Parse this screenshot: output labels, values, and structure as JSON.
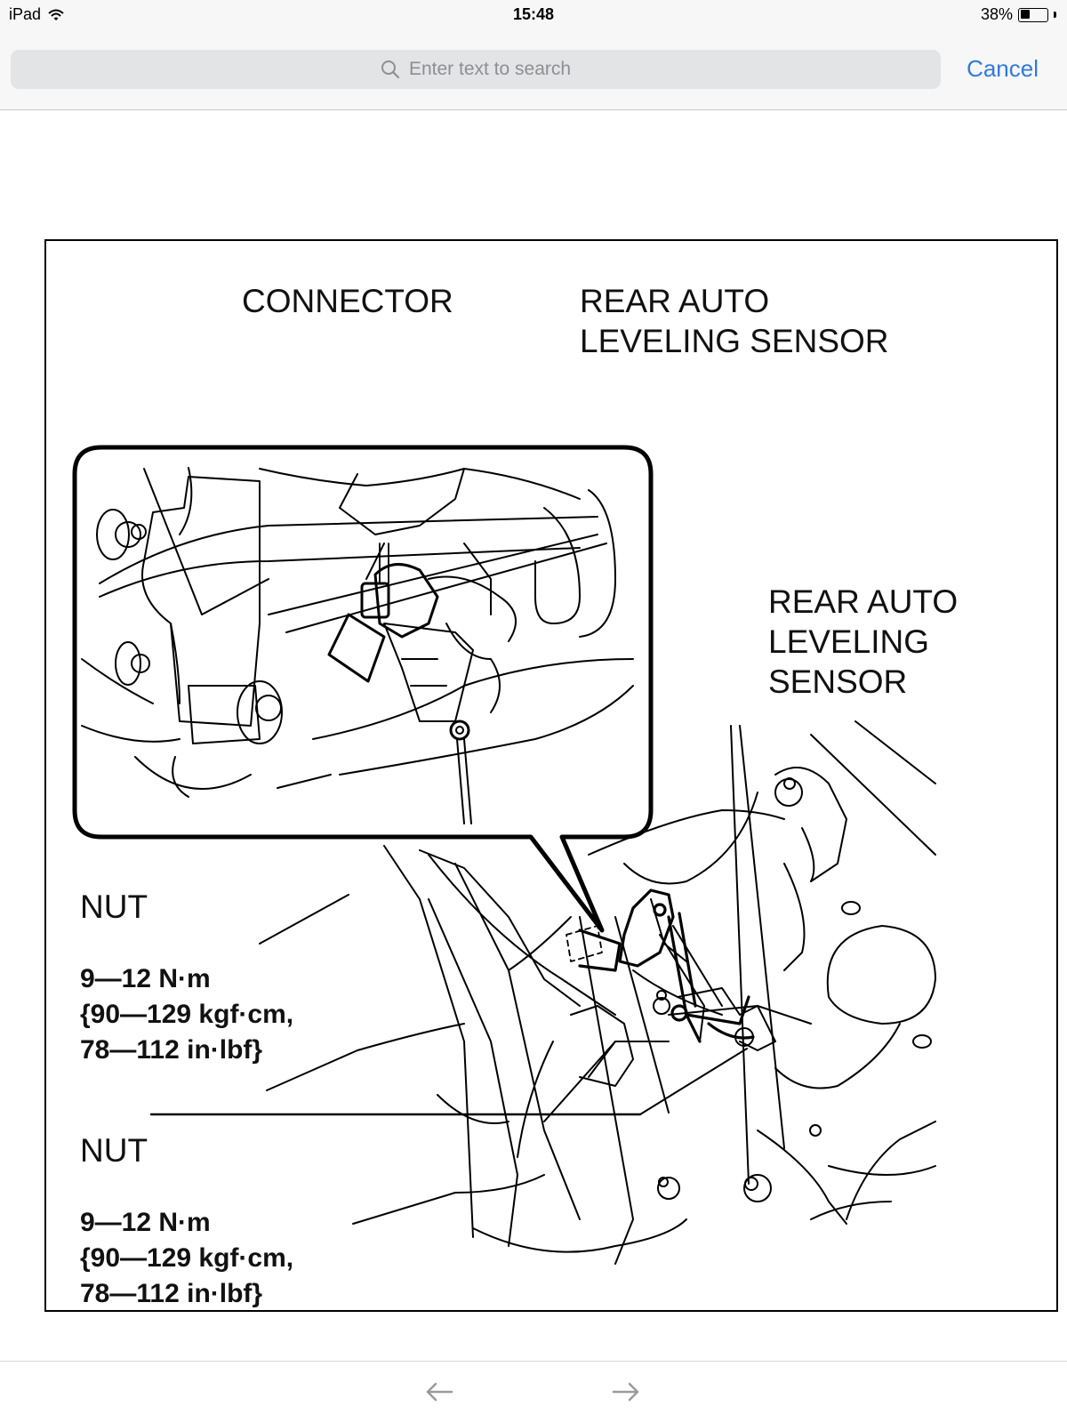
{
  "status_bar": {
    "device": "iPad",
    "time": "15:48",
    "battery_text": "38%",
    "battery_level": 0.38
  },
  "search": {
    "placeholder": "Enter text to search",
    "cancel_label": "Cancel"
  },
  "diagram": {
    "labels": {
      "connector": "CONNECTOR",
      "sensor_top": "REAR AUTO\nLEVELING SENSOR",
      "sensor_right": "REAR AUTO\nLEVELING\nSENSOR"
    },
    "nut_upper": {
      "title": "NUT",
      "spec": "9—12 N·m\n{90—129 kgf·cm,\n78—112 in·lbf}"
    },
    "nut_lower": {
      "title": "NUT",
      "spec": "9—12 N·m\n{90—129 kgf·cm,\n78—112 in·lbf}"
    }
  },
  "nav": {
    "back_icon": "arrow-left-icon",
    "forward_icon": "arrow-right-icon"
  },
  "colors": {
    "accent": "#2f7bd8",
    "toolbar_bg": "#f7f7f7",
    "search_field_bg": "#e3e4e6"
  }
}
